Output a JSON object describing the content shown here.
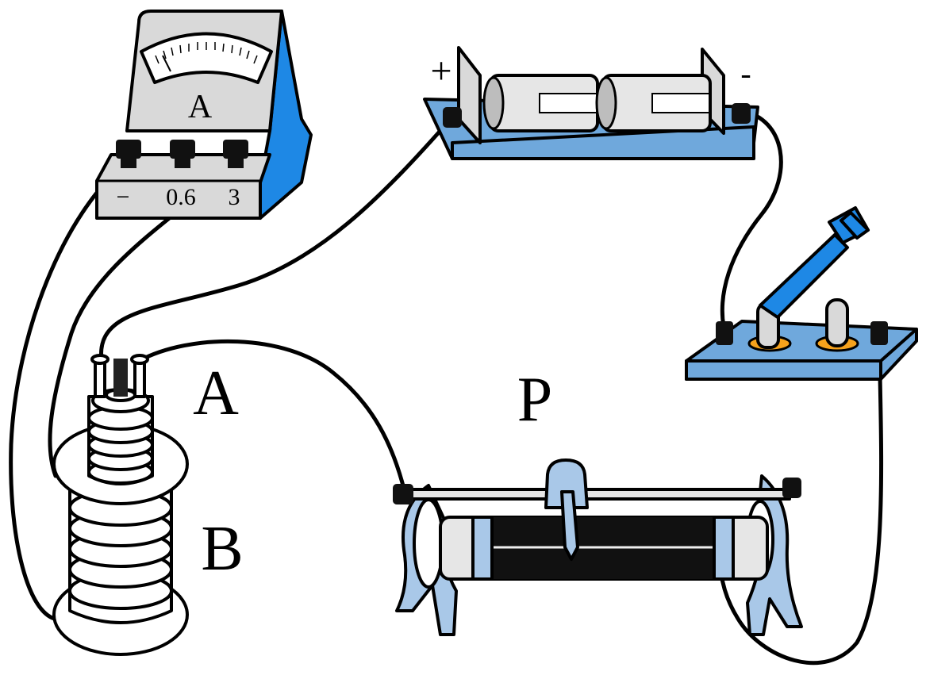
{
  "labels": {
    "ammeter_letter": "A",
    "ammeter_minus": "−",
    "ammeter_06": "0.6",
    "ammeter_3": "3",
    "battery_plus": "+",
    "battery_minus": "-",
    "coil_A": "A",
    "coil_B": "B",
    "slider_P": "P"
  },
  "colors": {
    "accent_blue": "#1e88e5",
    "plate_blue": "#6fa8dc",
    "meter_gray": "#d9d9d9",
    "switch_orange": "#f6a21c",
    "rheostat_blue": "#a9c8e8"
  }
}
